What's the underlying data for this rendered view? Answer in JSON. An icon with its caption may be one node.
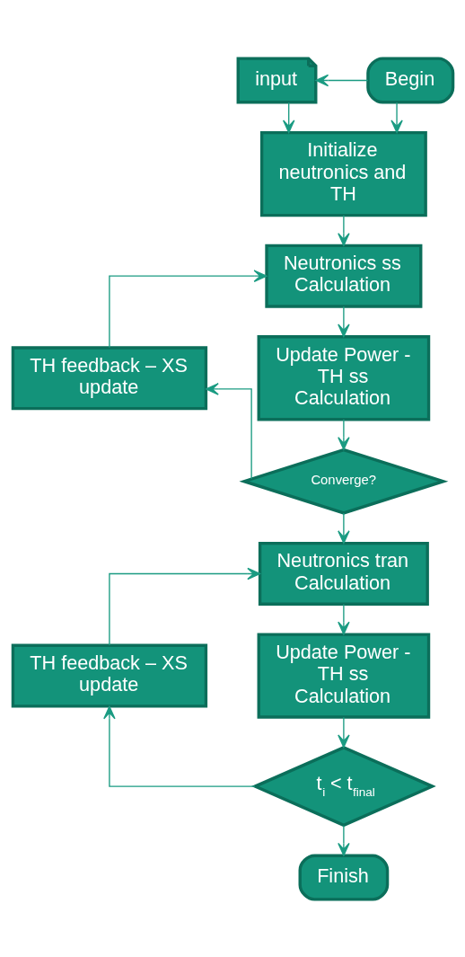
{
  "diagram": {
    "nodes": [
      {
        "text": [
          "input"
        ]
      },
      {
        "text": [
          "Begin"
        ]
      },
      {
        "text": [
          "Initialize neutronics and TH"
        ]
      },
      {
        "text": [
          "Neutronics ss Calculation"
        ]
      },
      {
        "text": [
          "TH feedback – XS update"
        ]
      },
      {
        "text": [
          "Update Power - TH ss Calculation"
        ]
      },
      {
        "text": [
          "Converge?"
        ]
      },
      {
        "text": [
          "Neutronics tran Calculation"
        ]
      },
      {
        "text": [
          "TH feedback – XS update"
        ]
      },
      {
        "text": [
          "Update Power - TH ss Calculation"
        ]
      },
      {
        "text": [
          "t$_{i}$ < t$_{final}$"
        ]
      },
      {
        "text": [
          "Finish"
        ]
      }
    ],
    "edges": [
      {
        "from": 1,
        "to": 0,
        "arrow": "to"
      },
      {
        "from": 0,
        "to": 2,
        "arrow": "to"
      },
      {
        "from": 1,
        "to": 2,
        "arrow": "to"
      },
      {
        "from": 2,
        "to": 3,
        "arrow": "to"
      },
      {
        "from": 3,
        "to": 5,
        "arrow": "to"
      },
      {
        "from": 5,
        "to": 6,
        "arrow": "to"
      },
      {
        "from": 6,
        "to": 4,
        "arrow": "to"
      },
      {
        "from": 4,
        "to": 3,
        "arrow": "to"
      },
      {
        "from": 6,
        "to": 7,
        "arrow": "to"
      },
      {
        "from": 7,
        "to": 9,
        "arrow": "to"
      },
      {
        "from": 9,
        "to": 10,
        "arrow": "to"
      },
      {
        "from": 10,
        "to": 8,
        "arrow": "to"
      },
      {
        "from": 8,
        "to": 7,
        "arrow": "to"
      },
      {
        "from": 10,
        "to": 11,
        "arrow": "to"
      }
    ]
  }
}
